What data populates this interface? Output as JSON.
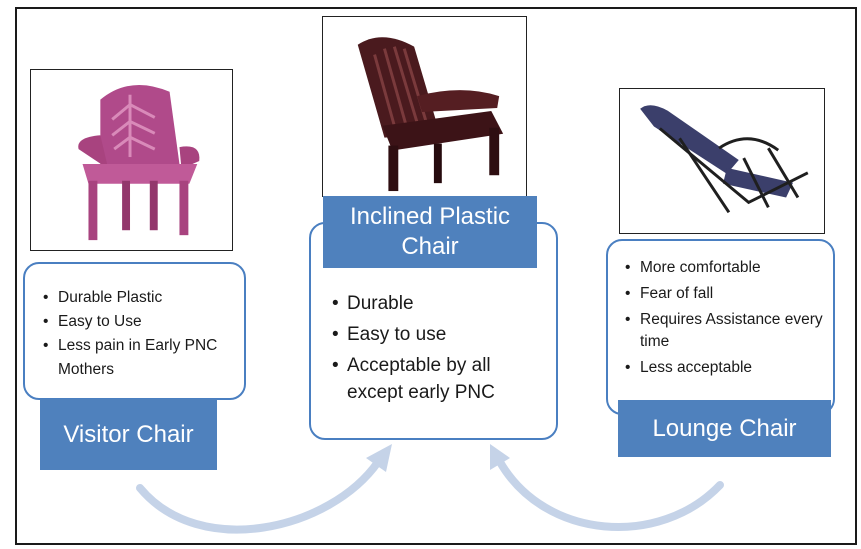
{
  "columns": [
    {
      "label": "Visitor Chair",
      "image_icon": "pink-plastic-chair",
      "bullets": [
        "Durable Plastic",
        "Easy to Use",
        "Less pain in Early PNC Mothers"
      ]
    },
    {
      "label": "Inclined Plastic Chair",
      "image_icon": "brown-inclined-plastic-chair",
      "bullets": [
        "Durable",
        "Easy to use",
        "Acceptable by all except early PNC"
      ]
    },
    {
      "label": "Lounge Chair",
      "image_icon": "folding-lounge-chair",
      "bullets": [
        "More comfortable",
        "Fear of fall",
        "Requires Assistance every time",
        "Less acceptable"
      ]
    }
  ],
  "colors": {
    "label_fill": "#4f81bd",
    "card_border": "#4a7fc1",
    "arrow": "#c5d3e8",
    "label_text": "#ffffff"
  }
}
